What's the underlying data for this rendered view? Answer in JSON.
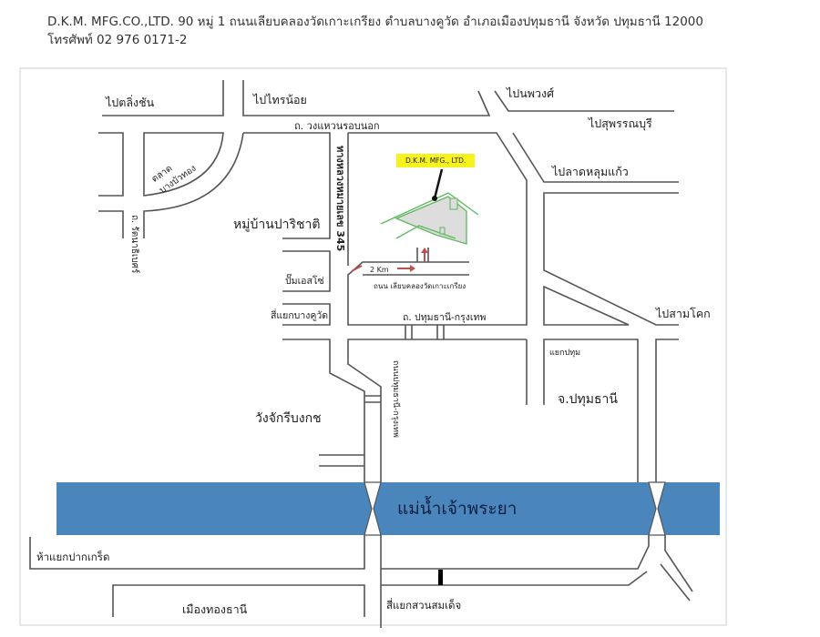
{
  "header": {
    "address": "D.K.M. MFG.CO.,LTD. 90 หมู่ 1 ถนนเลียบคลองวัดเกาะเกรียง ตำบลบางคูวัด อำเภอเมืองปทุมธานี จังหวัด ปทุมธานี 12000",
    "phone": "โทรศัพท์ 02 976 0171-2"
  },
  "map": {
    "company_tag": "D.K.M. MFG., LTD.",
    "distance": "2 Km",
    "river": "แม่น้ำเจ้าพระยา",
    "labels": {
      "to_taling_chan": "ไปตลิ่งชัน",
      "to_sai_noi": "ไปไทรน้อย",
      "to_nopphawong": "ไปนพวงศ์",
      "to_suphanburi": "ไปสุพรรณบุรี",
      "to_lat_lum_kaeo": "ไปลาดหลุมแก้ว",
      "to_sam_khok": "ไปสามโคก",
      "ring_road": "ถ. วงแหวนรอบนอก",
      "market": "ตลาดบางบัวทอง",
      "rattanathibet": "ถ. รัตนาธิเบศร์",
      "highway_345": "ทางหลวงหมายเลข 345",
      "village": "หมู่บ้านปาริชาติ",
      "esso": "ปั๊มเอสโซ่",
      "bang_khu_wat_junction": "สี่แยกบางคูวัด",
      "canal_road": "ถนน เลียบคลองวัดเกาะเกรียง",
      "pathum_bangkok_road": "ถ. ปทุมธานี-กรุงเทพ",
      "pathum_junction": "แยกปทุม",
      "pathum_thani": "จ.ปทุมธานี",
      "wang_chak": "วังจักรีบงกช",
      "vertical_road": "ถนนปทุมธานี-กรุงเทพ",
      "pak_kret": "ห้าแยกปากเกร็ด",
      "muang_thong": "เมืองทองธานี",
      "suan_somdet": "สี่แยกสวนสมเด็จ"
    },
    "colors": {
      "river": "#4a86bc",
      "building": "#5cb85c",
      "arrow": "#c0504d",
      "tag": "#f7f21a"
    }
  }
}
